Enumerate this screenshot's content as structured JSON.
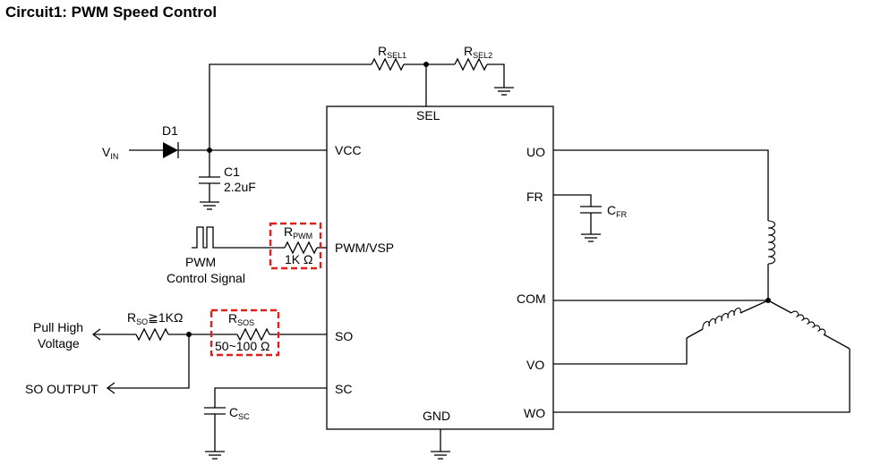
{
  "title": "Circuit1: PWM Speed Control",
  "ic": {
    "pins": {
      "sel": "SEL",
      "vcc": "VCC",
      "pwm_vsp": "PWM/VSP",
      "so": "SO",
      "sc": "SC",
      "gnd": "GND",
      "uo": "UO",
      "fr": "FR",
      "com": "COM",
      "vo": "VO",
      "wo": "WO"
    }
  },
  "components": {
    "rsel1": {
      "main": "R",
      "sub": "SEL1"
    },
    "rsel2": {
      "main": "R",
      "sub": "SEL2"
    },
    "d1": "D1",
    "vin": {
      "main": "V",
      "sub": "IN"
    },
    "c1": {
      "name": "C1",
      "value": "2.2uF"
    },
    "rpwm": {
      "main": "R",
      "sub": "PWM",
      "value": "1K Ω"
    },
    "pwm_signal": {
      "line1": "PWM",
      "line2": "Control Signal"
    },
    "rso": {
      "main": "R",
      "sub": "SO",
      "value": "≧1KΩ"
    },
    "rsos": {
      "main": "R",
      "sub": "SOS",
      "value": "50~100 Ω"
    },
    "pull_high": {
      "line1": "Pull High",
      "line2": "Voltage"
    },
    "so_output": "SO OUTPUT",
    "csc": {
      "main": "C",
      "sub": "SC"
    },
    "cfr": {
      "main": "C",
      "sub": "FR"
    }
  },
  "colors": {
    "wire": "#000000",
    "highlight_box": "#e0201b"
  }
}
